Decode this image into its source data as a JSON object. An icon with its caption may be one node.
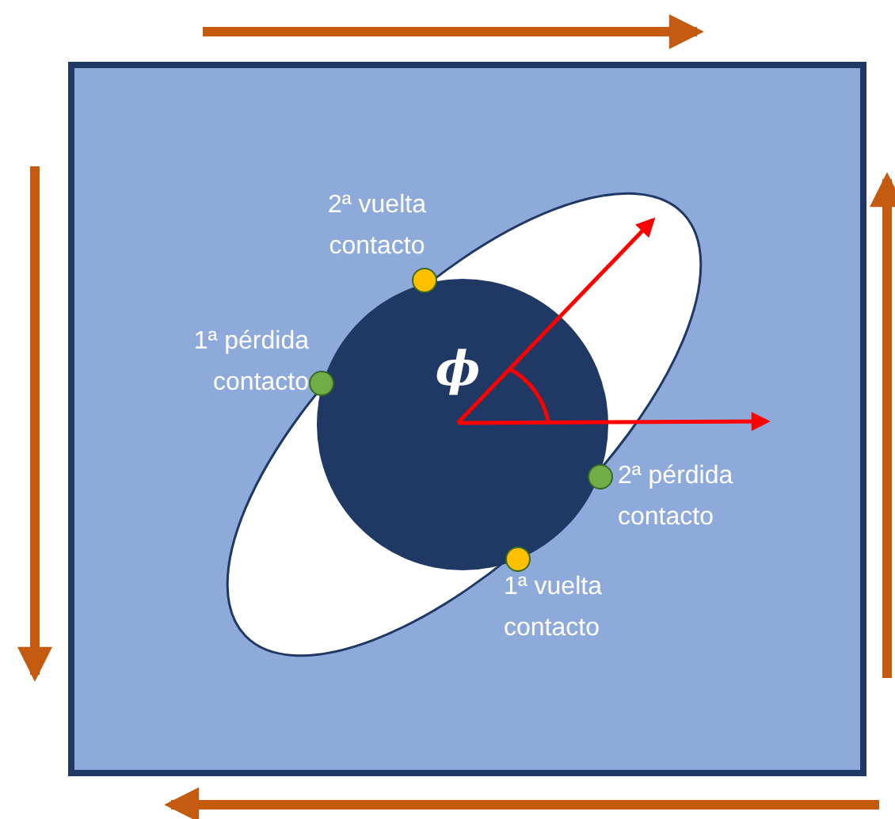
{
  "diagram": {
    "labels": [
      "2ª vuelta contacto",
      "1ª pérdida contacto",
      "ϕ",
      "2ª pérdida contacto",
      "1ª vuelta contacto"
    ]
  }
}
